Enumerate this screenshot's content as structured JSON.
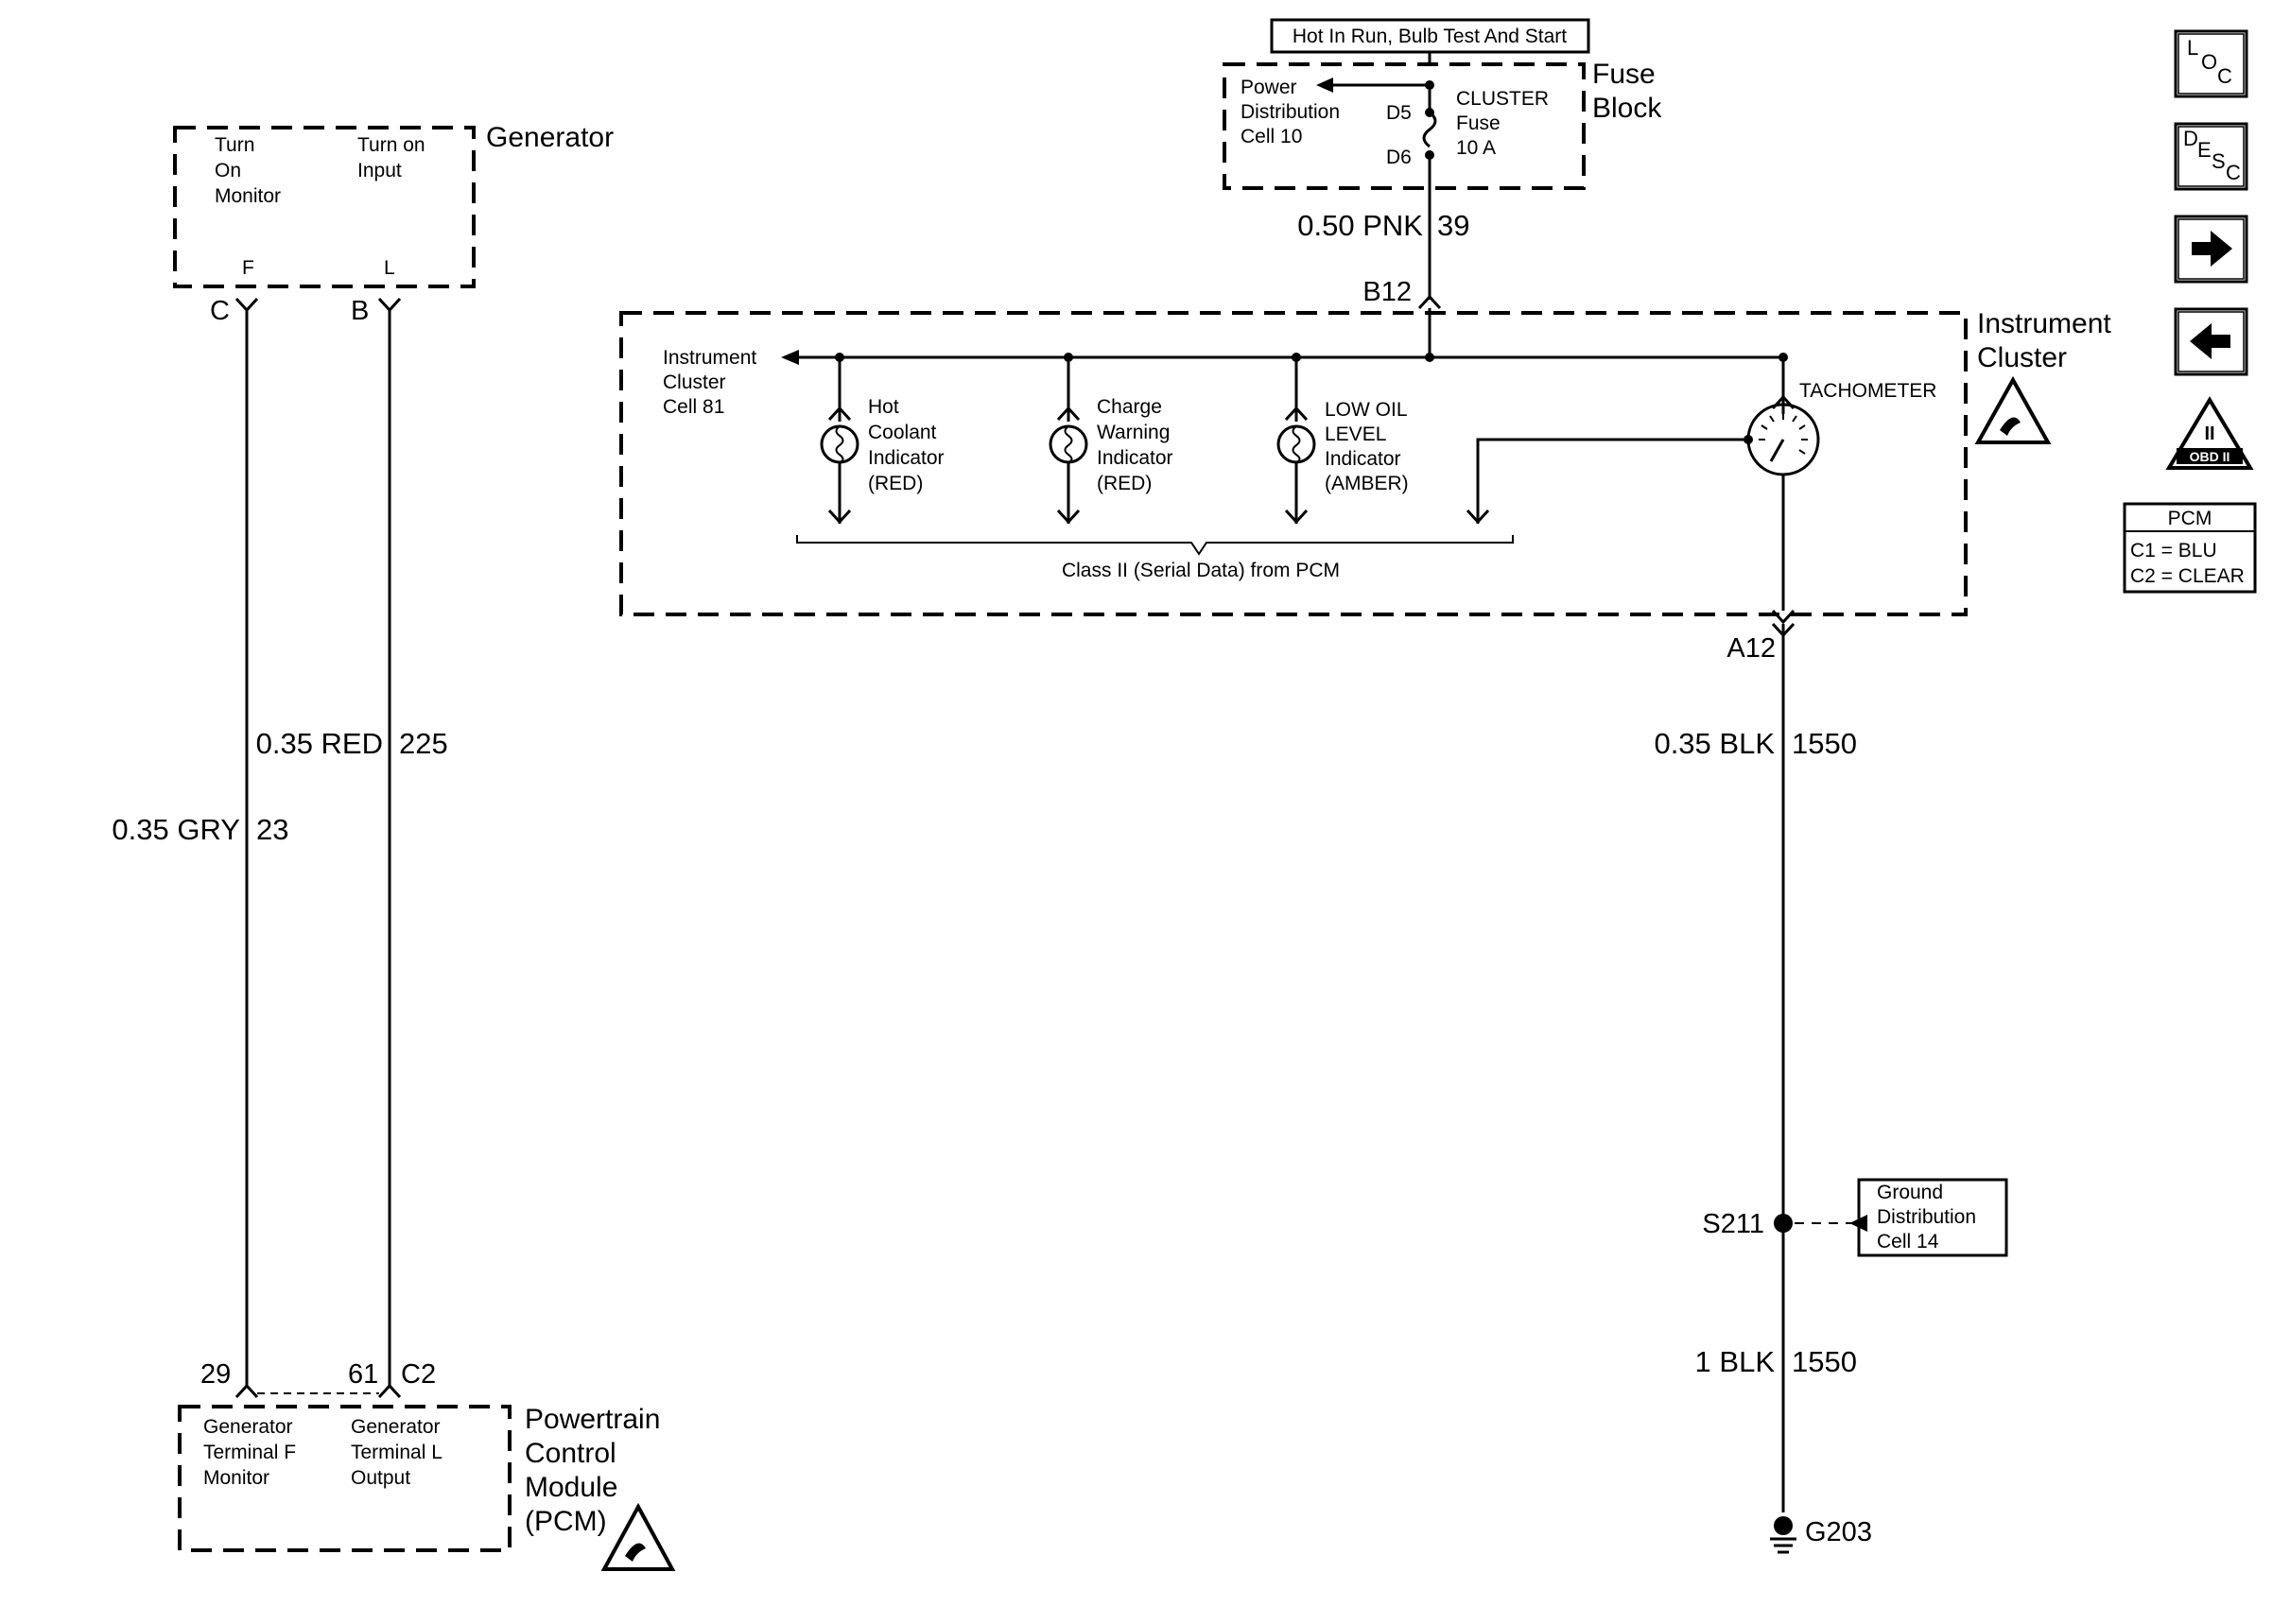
{
  "generator": {
    "title": "Generator",
    "turn_on_monitor": [
      "Turn",
      "On",
      "Monitor"
    ],
    "turn_on_input": [
      "Turn on",
      "Input"
    ],
    "pin_f": "F",
    "pin_l": "L",
    "conn_c": "C",
    "conn_b": "B"
  },
  "wires": {
    "gry": {
      "size": "0.35 GRY",
      "circuit": "23"
    },
    "red": {
      "size": "0.35 RED",
      "circuit": "225"
    },
    "pnk": {
      "size": "0.50 PNK",
      "circuit": "39"
    },
    "blk": {
      "size": "0.35 BLK",
      "circuit": "1550"
    },
    "blk_ground": {
      "size": "1 BLK",
      "circuit": "1550"
    }
  },
  "fuse_block": {
    "title": [
      "Fuse",
      "Block"
    ],
    "hot_label": "Hot In Run, Bulb Test And Start",
    "power_dist": [
      "Power",
      "Distribution",
      "Cell 10"
    ],
    "pin_d5": "D5",
    "pin_d6": "D6",
    "fuse": [
      "CLUSTER",
      "Fuse",
      "10 A"
    ]
  },
  "instrument_cluster": {
    "title": [
      "Instrument",
      "Cluster"
    ],
    "cell_ref": [
      "Instrument",
      "Cluster",
      "Cell 81"
    ],
    "conn_b12": "B12",
    "conn_a12": "A12",
    "indicators": [
      {
        "lines": [
          "Hot",
          "Coolant",
          "Indicator",
          "(RED)"
        ]
      },
      {
        "lines": [
          "Charge",
          "Warning",
          "Indicator",
          "(RED)"
        ]
      },
      {
        "lines": [
          "LOW OIL",
          "LEVEL",
          "Indicator",
          "(AMBER)"
        ]
      }
    ],
    "tachometer": "TACHOMETER",
    "serial_data": "Class II (Serial Data) from PCM"
  },
  "ground": {
    "splice": "S211",
    "ground_dist": [
      "Ground",
      "Distribution",
      "Cell 14"
    ],
    "ground_point": "G203"
  },
  "pcm": {
    "title": [
      "Powertrain",
      "Control",
      "Module",
      "(PCM)"
    ],
    "pin_29": "29",
    "pin_61": "61",
    "conn_c2": "C2",
    "terminal_f": [
      "Generator",
      "Terminal F",
      "Monitor"
    ],
    "terminal_l": [
      "Generator",
      "Terminal L",
      "Output"
    ]
  },
  "sidebar": {
    "loc": [
      "L",
      "O",
      "C"
    ],
    "desc": [
      "D",
      "E",
      "S",
      "C"
    ],
    "obd": [
      "II",
      "OBD II"
    ],
    "pcm_legend": {
      "title": "PCM",
      "c1": "C1 = BLU",
      "c2": "C2 = CLEAR"
    }
  }
}
